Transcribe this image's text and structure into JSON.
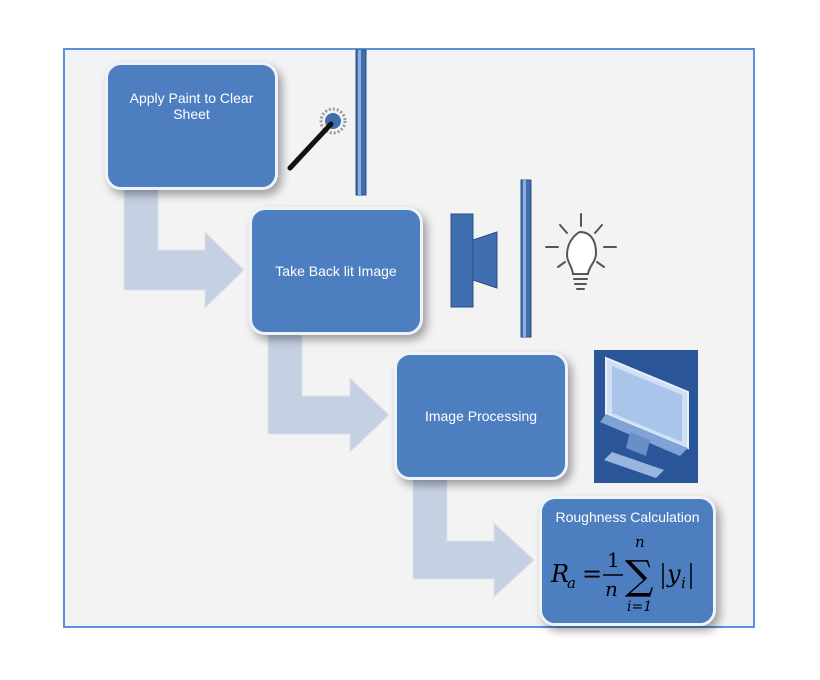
{
  "steps": [
    {
      "label": "Apply Paint to Clear Sheet"
    },
    {
      "label": "Take Back lit Image"
    },
    {
      "label": "Image Processing"
    },
    {
      "label": "Roughness Calculation"
    }
  ],
  "formula": {
    "lhs": "R",
    "lhs_sub": "a",
    "equals": "=",
    "frac_num": "1",
    "frac_den": "n",
    "sum_top": "n",
    "sum_bottom": "i=1",
    "sum_symbol": "∑",
    "abs_var": "y",
    "abs_sub": "i"
  },
  "colors": {
    "box_fill": "#4d7ebf",
    "box_border": "#eef3fa",
    "arrow_fill": "#c5d0e3",
    "frame_border": "#5b8fe0",
    "icon_blue": "#3f6fb0"
  },
  "icons": [
    "paint-brush-icon",
    "clear-sheet-icon",
    "camera-icon",
    "light-bulb-icon",
    "computer-monitor-icon"
  ]
}
